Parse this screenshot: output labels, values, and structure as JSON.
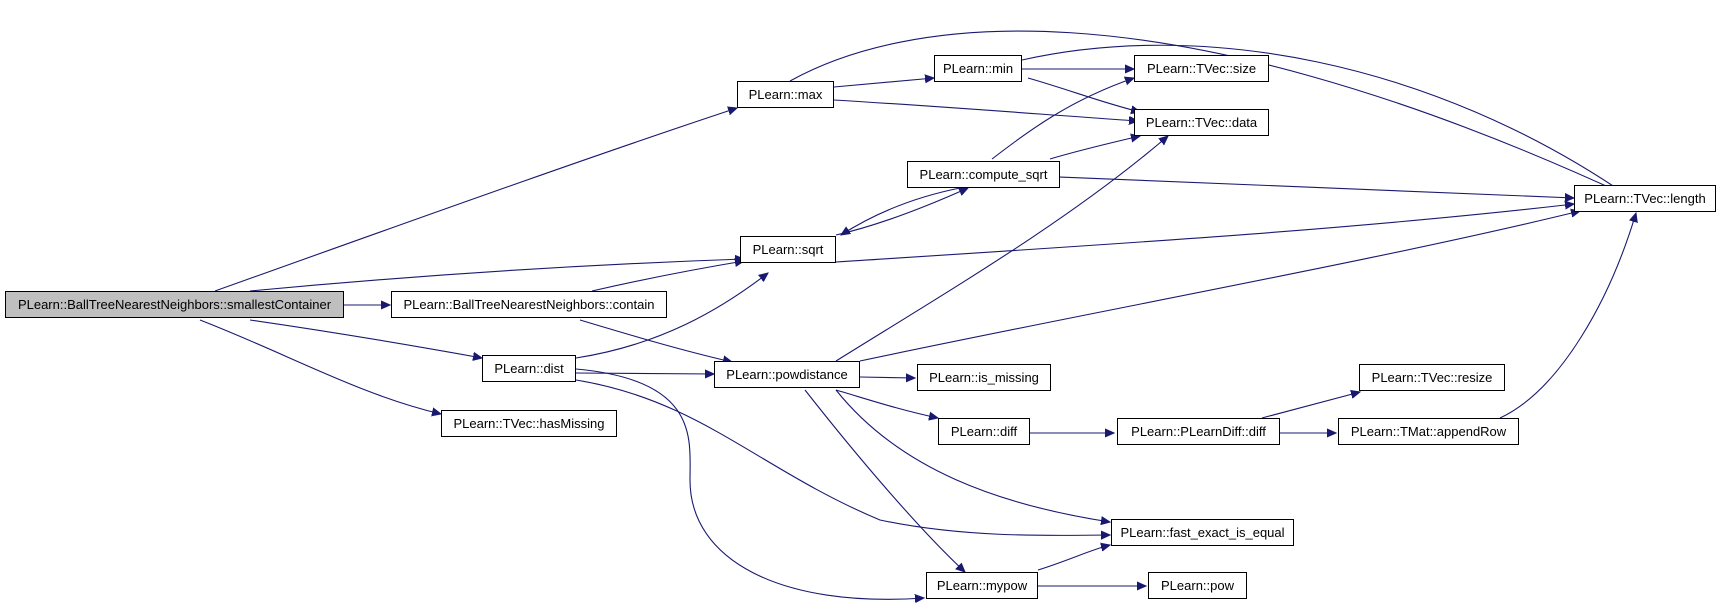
{
  "colors": {
    "edge": "#191970",
    "node_border": "#000000",
    "root_fill": "#bfbfbf",
    "node_fill": "#ffffff"
  },
  "nodes": {
    "smallest": "PLearn::BallTreeNearestNeighbors::smallestContainer",
    "max": "PLearn::max",
    "min": "PLearn::min",
    "size": "PLearn::TVec::size",
    "data": "PLearn::TVec::data",
    "compute_sqrt": "PLearn::compute_sqrt",
    "length": "PLearn::TVec::length",
    "sqrt": "PLearn::sqrt",
    "contain": "PLearn::BallTreeNearestNeighbors::contain",
    "dist": "PLearn::dist",
    "powdistance": "PLearn::powdistance",
    "is_missing": "PLearn::is_missing",
    "hasMissing": "PLearn::TVec::hasMissing",
    "resize": "PLearn::TVec::resize",
    "diff": "PLearn::diff",
    "plearndiff": "PLearn::PLearnDiff::diff",
    "appendRow": "PLearn::TMat::appendRow",
    "fast_exact": "PLearn::fast_exact_is_equal",
    "mypow": "PLearn::mypow",
    "pow": "PLearn::pow"
  }
}
